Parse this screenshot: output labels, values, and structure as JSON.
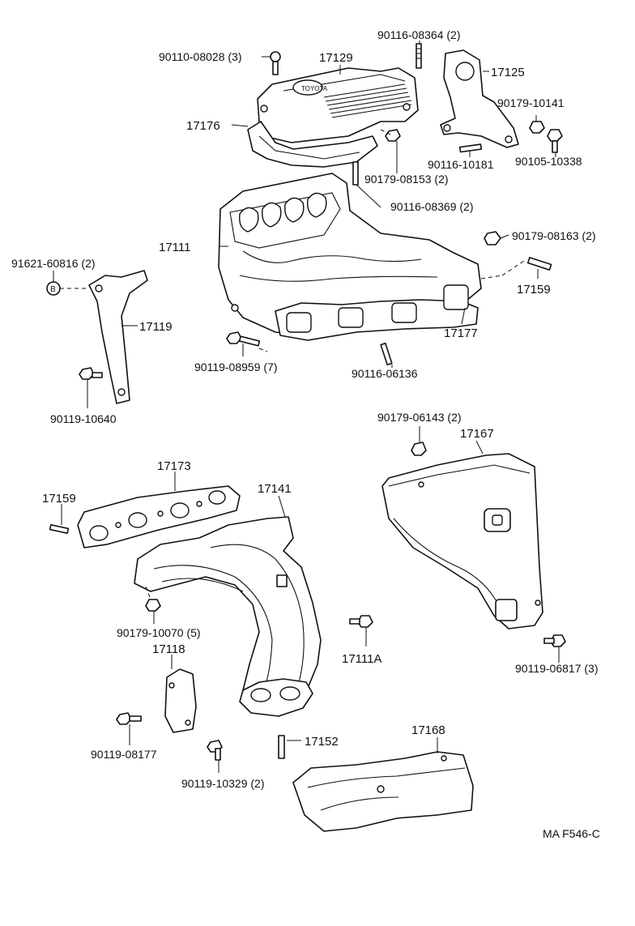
{
  "diagram": {
    "callouts": {
      "c90110_08028": "90110-08028 (3)",
      "c17129": "17129",
      "c90116_08364": "90116-08364 (2)",
      "c17125": "17125",
      "c17176": "17176",
      "c90179_10141": "90179-10141",
      "c90116_10181": "90116-10181",
      "c90105_10338": "90105-10338",
      "c90179_08153": "90179-08153 (2)",
      "c90116_08369": "90116-08369 (2)",
      "c90179_08163": "90179-08163 (2)",
      "c17111": "17111",
      "c91621_60816": "91621-60816 (2)",
      "c17159_top": "17159",
      "c17119": "17119",
      "c17177": "17177",
      "c90119_08959": "90119-08959 (7)",
      "c90116_06136": "90116-06136",
      "c90119_10640": "90119-10640",
      "c90179_06143": "90179-06143 (2)",
      "c17167": "17167",
      "c17173": "17173",
      "c17141": "17141",
      "c17159_low": "17159",
      "c90179_10070": "90179-10070 (5)",
      "c17111A": "17111A",
      "c17118": "17118",
      "c90119_06817": "90119-06817 (3)",
      "c90119_08177": "90119-08177",
      "c17152": "17152",
      "c17168": "17168",
      "c90119_10329": "90119-10329 (2)",
      "marker_b": "B",
      "figure_code": "MA F546-C"
    }
  }
}
